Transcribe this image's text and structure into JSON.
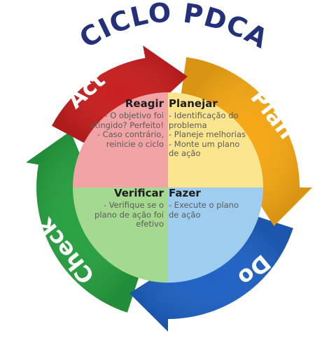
{
  "title": "CICLO PDCA",
  "colors": {
    "title": "#23307a",
    "act": "#c81f1f",
    "plan": "#f6a814",
    "do": "#1f62c4",
    "check": "#27a040",
    "quad_act": "#f2a3a5",
    "quad_plan": "#fbe58e",
    "quad_do": "#9ecdf0",
    "quad_check": "#a5d98f"
  },
  "ring_labels": {
    "act": "Act",
    "plan": "Plan",
    "do": "Do",
    "check": "Check"
  },
  "quadrants": {
    "reagir": {
      "title": "Reagir",
      "lines": [
        "- O objetivo foi",
        "atingido? Perfeito!",
        "- Caso contrário,",
        "reinicie o ciclo"
      ]
    },
    "planejar": {
      "title": "Planejar",
      "lines": [
        "- Identificação do",
        "problema",
        "- Planeje melhorias",
        "- Monte um plano",
        "de ação"
      ]
    },
    "verificar": {
      "title": "Verificar",
      "lines": [
        "- Verifique se o",
        "plano de ação foi",
        "efetivo"
      ]
    },
    "fazer": {
      "title": "Fazer",
      "lines": [
        "- Execute o plano",
        "de ação"
      ]
    }
  }
}
